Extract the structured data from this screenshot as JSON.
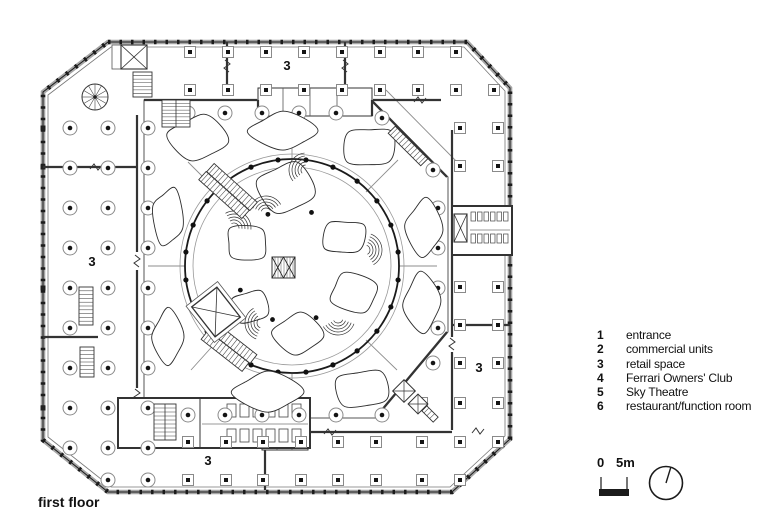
{
  "floor_label": "first floor",
  "plan_labels": [
    {
      "text": "3",
      "area": "retail-space-top"
    },
    {
      "text": "3",
      "area": "retail-space-left"
    },
    {
      "text": "3",
      "area": "retail-space-right"
    },
    {
      "text": "3",
      "area": "retail-space-bottom"
    }
  ],
  "legend": {
    "items": [
      {
        "num": "1",
        "label": "entrance"
      },
      {
        "num": "2",
        "label": "commercial units"
      },
      {
        "num": "3",
        "label": "retail space"
      },
      {
        "num": "4",
        "label": "Ferrari Owners' Club"
      },
      {
        "num": "5",
        "label": "Sky Theatre"
      },
      {
        "num": "6",
        "label": "restaurant/function room"
      }
    ]
  },
  "scale_bar": {
    "start": "0",
    "end": "5m"
  },
  "colors": {
    "line": "#1b1b1b",
    "wall_band": "#a6a6a6",
    "background": "#ffffff"
  }
}
